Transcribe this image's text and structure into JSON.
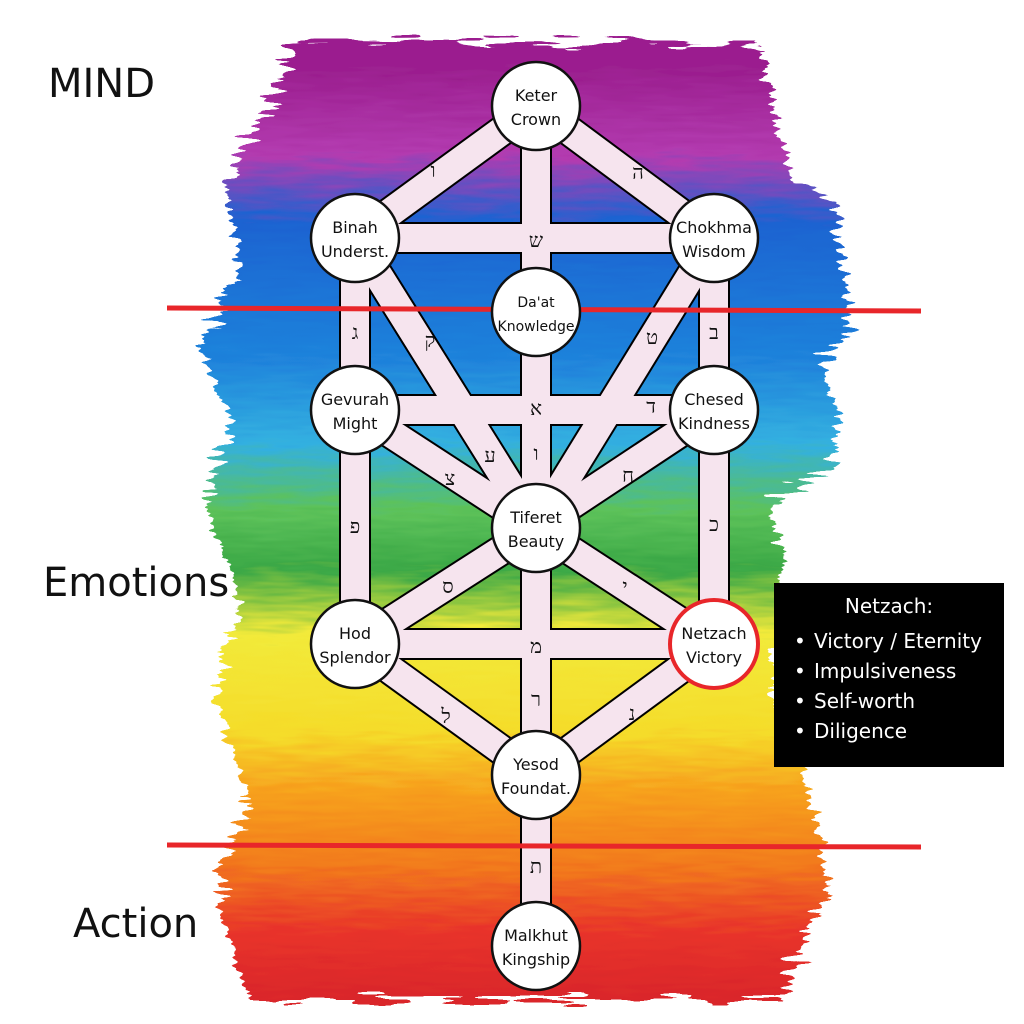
{
  "sections": {
    "mind": "MIND",
    "emotions": "Emotions",
    "action": "Action"
  },
  "sefirot": [
    {
      "id": "keter",
      "line1": "Keter",
      "line2": "Crown"
    },
    {
      "id": "binah",
      "line1": "Binah",
      "line2": "Underst."
    },
    {
      "id": "chokhma",
      "line1": "Chokhma",
      "line2": "Wisdom"
    },
    {
      "id": "daat",
      "line1": "Da'at",
      "line2": "Knowledge"
    },
    {
      "id": "gevurah",
      "line1": "Gevurah",
      "line2": "Might"
    },
    {
      "id": "chesed",
      "line1": "Chesed",
      "line2": "Kindness"
    },
    {
      "id": "tiferet",
      "line1": "Tiferet",
      "line2": "Beauty"
    },
    {
      "id": "hod",
      "line1": "Hod",
      "line2": "Splendor"
    },
    {
      "id": "netzach",
      "line1": "Netzach",
      "line2": "Victory",
      "highlight": true
    },
    {
      "id": "yesod",
      "line1": "Yesod",
      "line2": "Foundat."
    },
    {
      "id": "malkhut",
      "line1": "Malkhut",
      "line2": "Kingship"
    }
  ],
  "paths": [
    {
      "from": "keter",
      "to": "binah",
      "letter": "ו"
    },
    {
      "from": "keter",
      "to": "chokhma",
      "letter": "ה"
    },
    {
      "from": "keter",
      "to": "daat",
      "letter": ""
    },
    {
      "from": "binah",
      "to": "chokhma",
      "letter": "ש"
    },
    {
      "from": "binah",
      "to": "gevurah",
      "letter": "ג"
    },
    {
      "from": "binah",
      "to": "tiferet",
      "letter": "ק"
    },
    {
      "from": "chokhma",
      "to": "chesed",
      "letter": "ב"
    },
    {
      "from": "chokhma",
      "to": "tiferet",
      "letter": "ט"
    },
    {
      "from": "gevurah",
      "to": "chesed",
      "letter": "א"
    },
    {
      "from": "daat",
      "to": "tiferet",
      "letter": "ו"
    },
    {
      "from": "chesed",
      "to": "tiferet",
      "letter": "ח"
    },
    {
      "from": "gevurah",
      "to": "tiferet",
      "letter": "צ"
    },
    {
      "from": "chesed",
      "to": "yesod_mid",
      "letter": "ד"
    },
    {
      "from": "gevurah",
      "to": "hod",
      "letter": "פ"
    },
    {
      "from": "chesed",
      "to": "netzach",
      "letter": "כ"
    },
    {
      "from": "tiferet",
      "to": "hod",
      "letter": "ס"
    },
    {
      "from": "tiferet",
      "to": "netzach",
      "letter": "י"
    },
    {
      "from": "hod",
      "to": "netzach",
      "letter": "מ"
    },
    {
      "from": "tiferet",
      "to": "yesod",
      "letter": "ר"
    },
    {
      "from": "hod",
      "to": "yesod",
      "letter": "ל"
    },
    {
      "from": "netzach",
      "to": "yesod",
      "letter": "נ"
    },
    {
      "from": "yesod",
      "to": "malkhut",
      "letter": "ת"
    },
    {
      "from": "binah",
      "to": "tiferet",
      "letter": "ע"
    }
  ],
  "info_box": {
    "title": "Netzach:",
    "items": [
      "Victory / Eternity",
      "Impulsiveness",
      "Self-worth",
      "Diligence"
    ]
  },
  "colors": {
    "divider": "#e8262a",
    "highlight_ring": "#e8262a",
    "path_fill": "#f6e4ee",
    "bands": [
      "#a4239a",
      "#1e6fd6",
      "#2aa6dd",
      "#4fb947",
      "#f4e025",
      "#f7931e",
      "#e8262a"
    ]
  }
}
